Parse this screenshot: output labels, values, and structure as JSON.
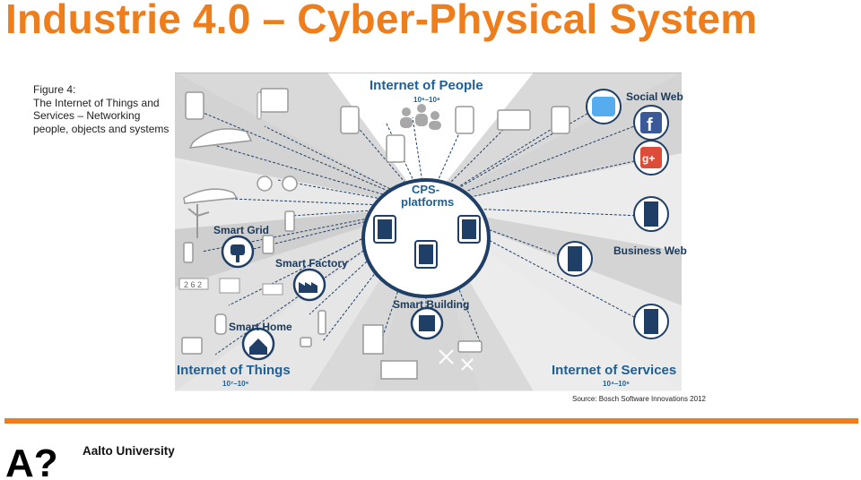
{
  "title": "Industrie 4.0 – Cyber-Physical System",
  "caption": {
    "lines": [
      "Figure 4:",
      "The Internet of Things and",
      "Services – Networking",
      "people, objects and systems"
    ]
  },
  "diagram": {
    "people_title": "Internet of People",
    "people_range": "10⁶–10⁸",
    "social_web": "Social Web",
    "cps_line1": "CPS-",
    "cps_line2": "platforms",
    "smart_grid": "Smart Grid",
    "smart_factory": "Smart Factory",
    "smart_building": "Smart Building",
    "smart_home": "Smart Home",
    "business_web": "Business Web",
    "things_title": "Internet of Things",
    "things_range": "10⁷–10⁹",
    "services_title": "Internet of Services",
    "services_range": "10⁴–10⁶",
    "counter_digits": "2 6 2",
    "source": "Source: Bosch Software Innovations 2012"
  },
  "colors": {
    "accent": "#ee7d1c",
    "diagram_blue": "#1f5f94",
    "panel_gray": "#d7d7d7",
    "beam_gray": "#bdbdbd"
  },
  "footer": {
    "logo_text": "A?",
    "university": "Aalto University"
  }
}
